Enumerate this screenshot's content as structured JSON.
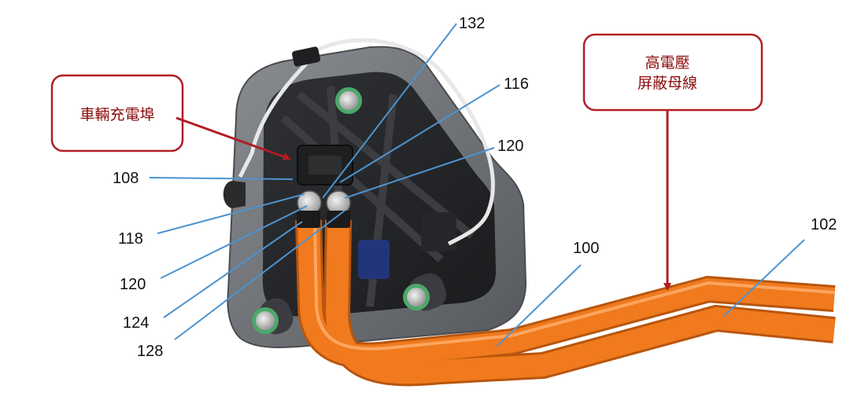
{
  "callouts": {
    "charging_port": "車輛充電埠",
    "busbar_line1": "高電壓",
    "busbar_line2": "屏蔽母線"
  },
  "reference_numerals": {
    "r132": "132",
    "r116": "116",
    "r120_top": "120",
    "r108": "108",
    "r118": "118",
    "r120_left": "120",
    "r124": "124",
    "r128": "128",
    "r100": "100",
    "r102": "102"
  },
  "colors": {
    "callout_border": "#b01e23",
    "callout_text": "#8b0a0a",
    "arrow": "#b01e23",
    "leader_line": "#4d93cf",
    "cable_orange": "#f07a1d",
    "housing_gray": "#6b6e72"
  }
}
